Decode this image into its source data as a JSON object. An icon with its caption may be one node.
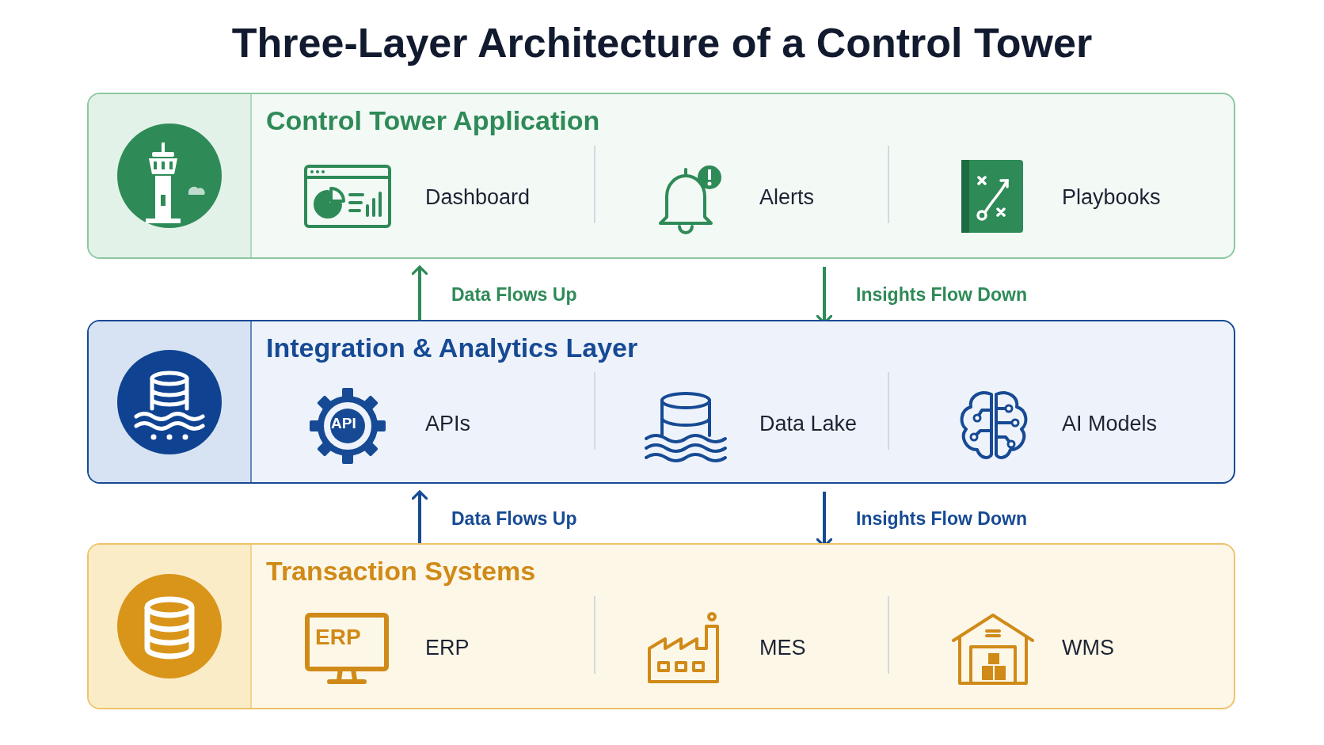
{
  "diagram": {
    "title": "Three-Layer Architecture of a Control Tower",
    "nodes": [
      {
        "text": [
          "Control Tower Application",
          "Dashboard",
          "Alerts",
          "Playbooks"
        ]
      },
      {
        "text": [
          "Integration & Analytics Layer",
          "APIs",
          "Data Lake",
          "AI Models"
        ]
      },
      {
        "text": [
          "Transaction Systems",
          "ERP",
          "MES",
          "WMS"
        ]
      }
    ],
    "edges": [
      {
        "from": 1,
        "to": 0,
        "arrow": "to",
        "label": "Data Flows Up",
        "color": "#2e8a57"
      },
      {
        "from": 0,
        "to": 1,
        "arrow": "to",
        "label": "Insights Flow Down",
        "color": "#2e8a57"
      },
      {
        "from": 2,
        "to": 1,
        "arrow": "to",
        "label": "Data Flows Up",
        "color": "#174a94"
      },
      {
        "from": 1,
        "to": 2,
        "arrow": "to",
        "label": "Insights Flow Down",
        "color": "#174a94"
      }
    ],
    "labels": [
      "API",
      "ERP"
    ]
  }
}
